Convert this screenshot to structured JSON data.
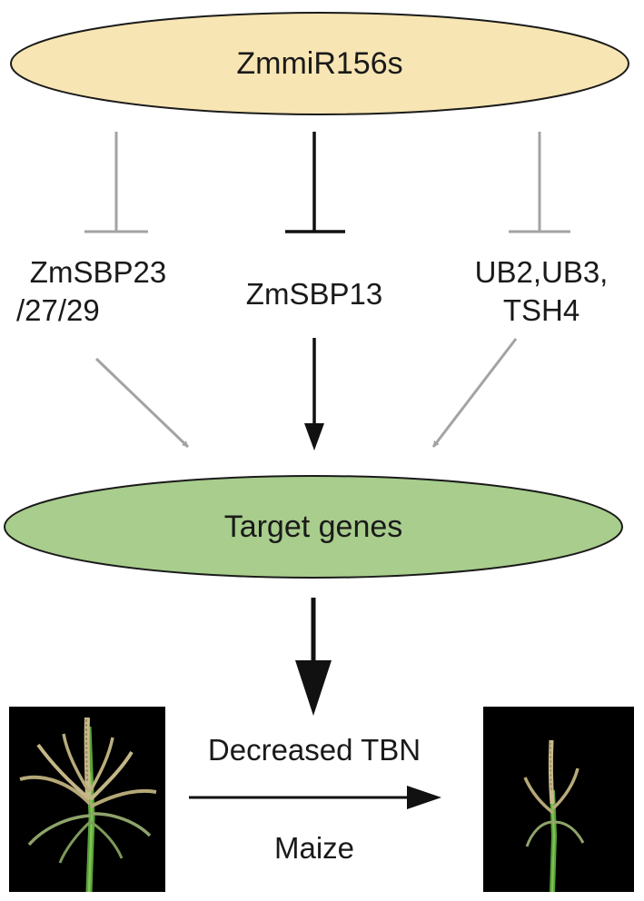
{
  "nodes": {
    "mirna": {
      "label": "ZmmiR156s",
      "fill": "#f7e6b3"
    },
    "sbp_a": {
      "line1": "ZmSBP23",
      "line2": "/27/29"
    },
    "sbp_b": {
      "label": "ZmSBP13"
    },
    "sbp_c": {
      "line1": "UB2,UB3,",
      "line2": "TSH4"
    },
    "target": {
      "label": "Target genes",
      "fill": "#a8cd8c"
    }
  },
  "outcome": {
    "arrow_label": "Decreased TBN",
    "organism": "Maize"
  },
  "colors": {
    "primary_edge": "#111111",
    "secondary_edge": "#a3a3a3",
    "outline": "#1a1a1a"
  },
  "photos": {
    "left": "maize-tassel-many-branches",
    "right": "maize-tassel-few-branches"
  }
}
